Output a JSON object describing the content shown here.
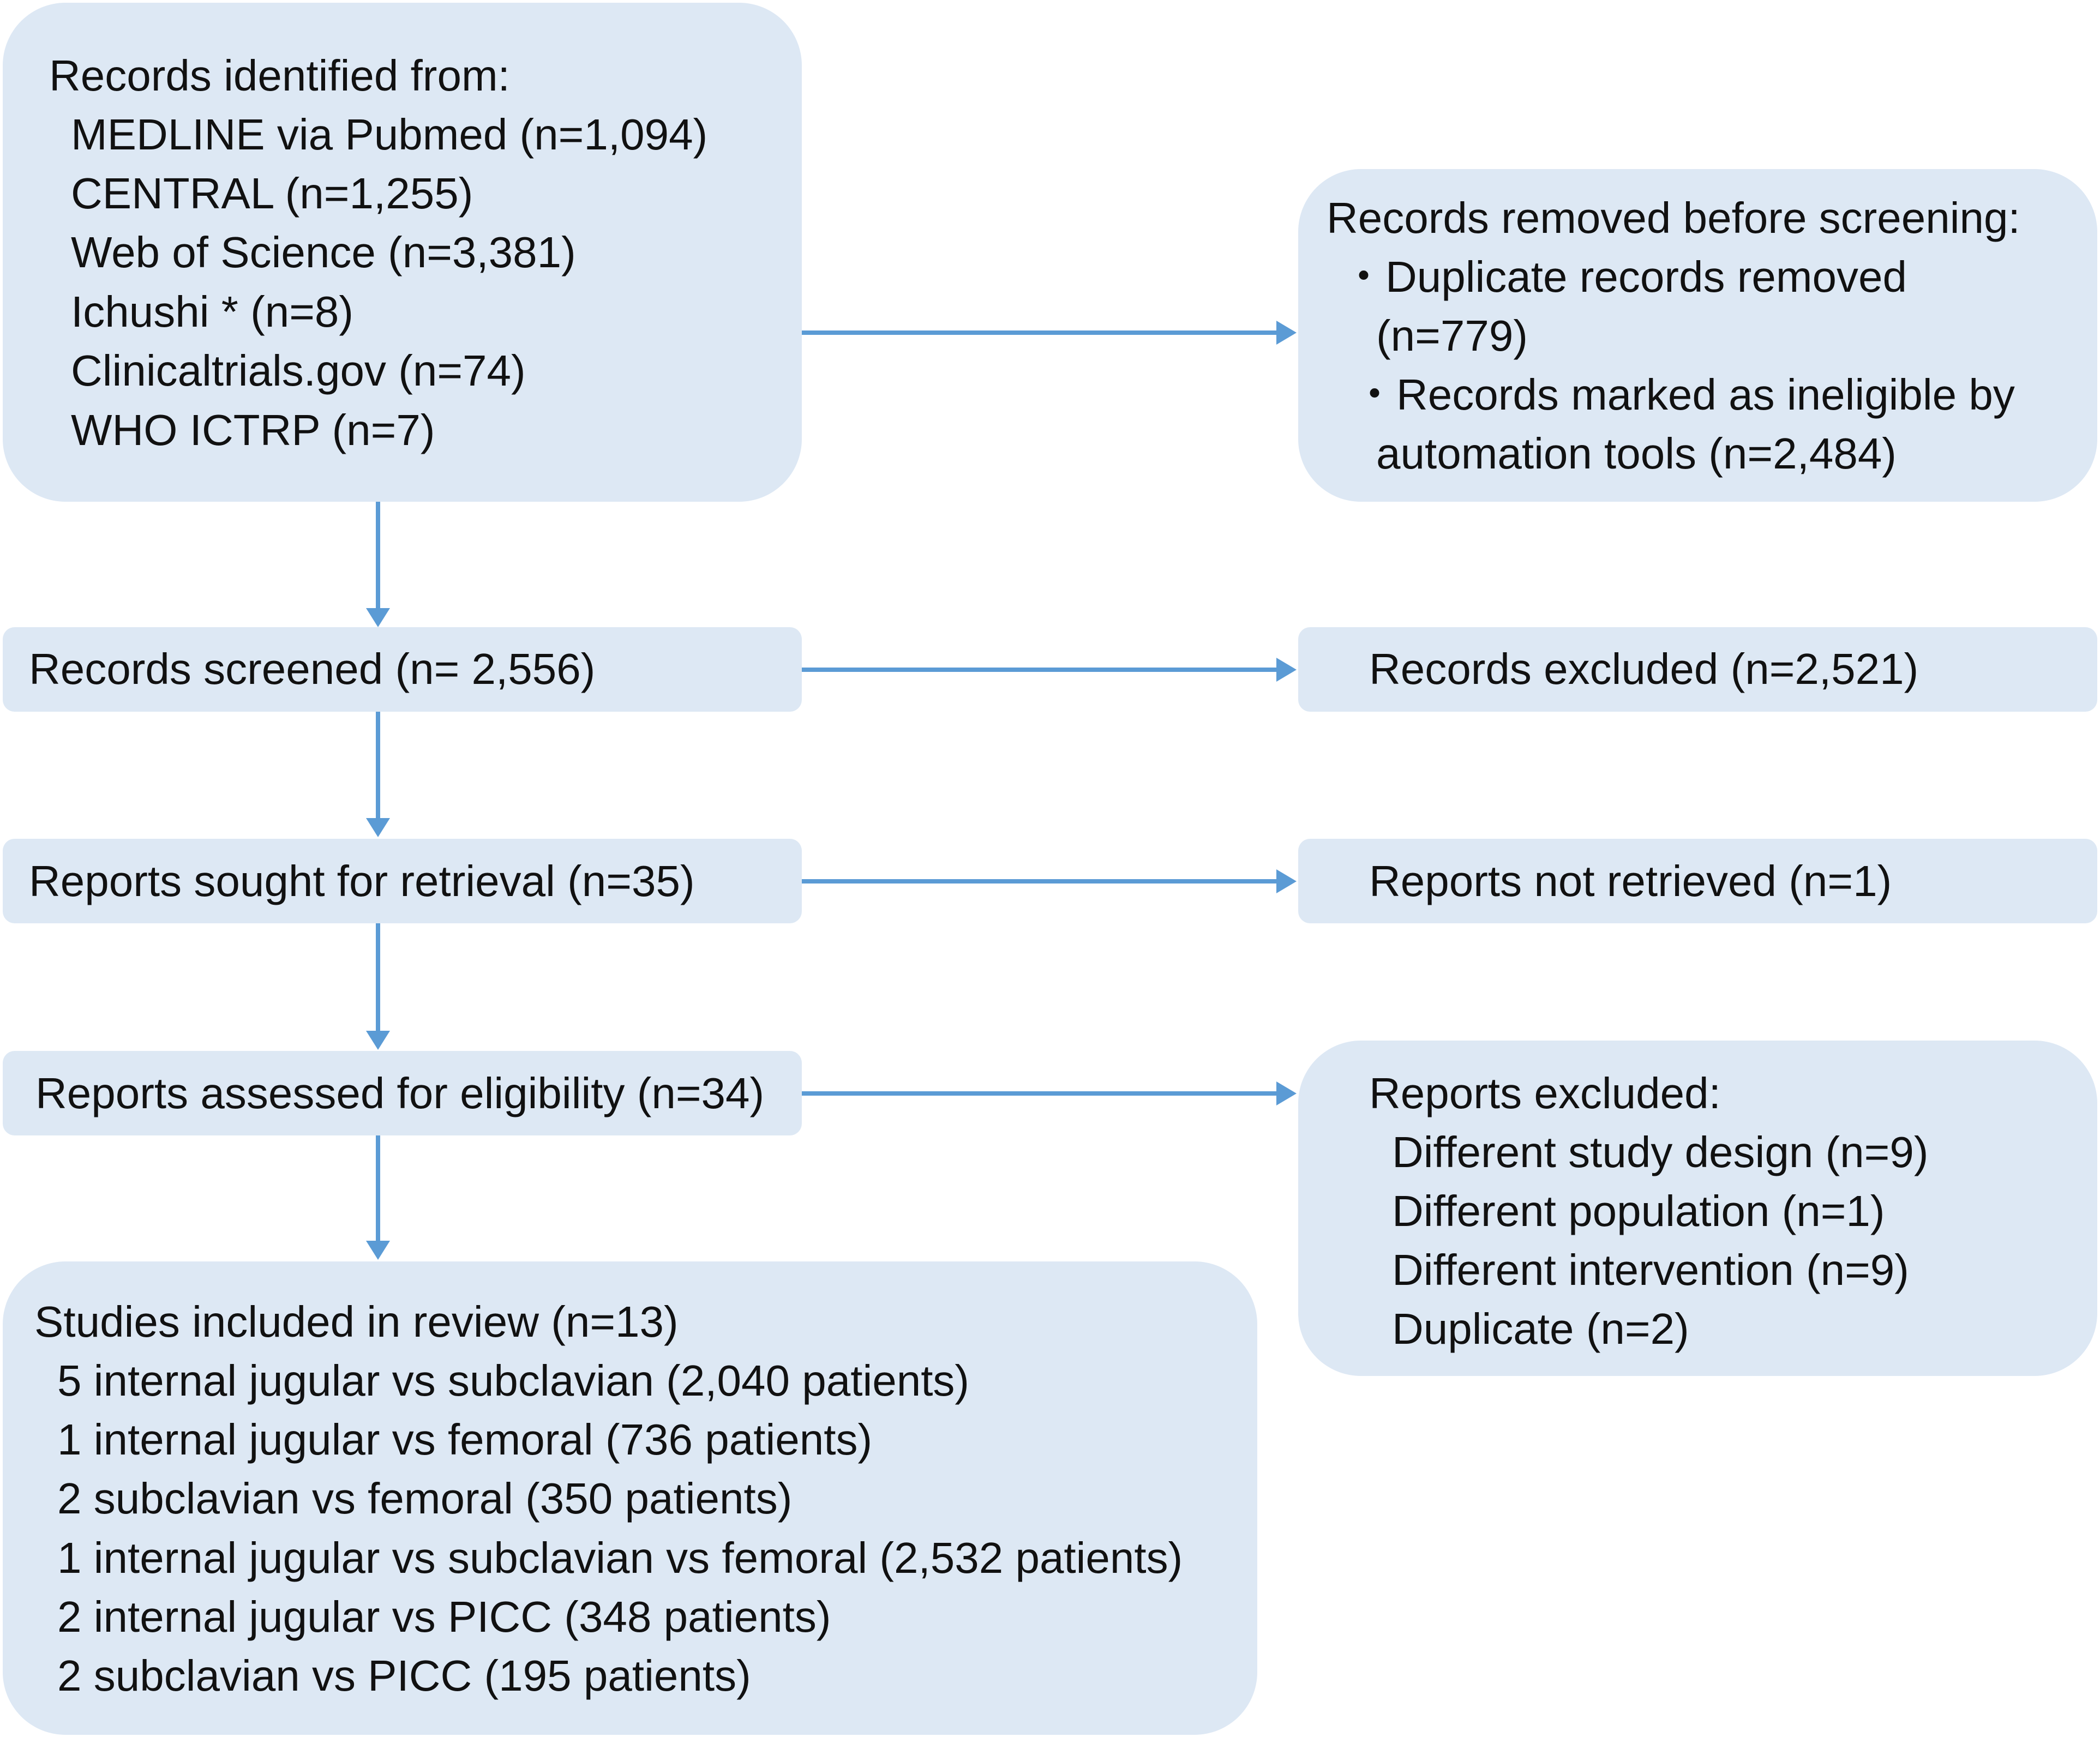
{
  "identification": {
    "heading": "Records identified from:",
    "sources": [
      "MEDLINE via Pubmed (n=1,094)",
      "CENTRAL (n=1,255)",
      "Web of Science (n=3,381)",
      "Ichushi * (n=8)",
      "Clinicaltrials.gov (n=74)",
      "WHO ICTRP (n=7)"
    ]
  },
  "removed_before_screening": {
    "heading": "Records removed before screening:",
    "lines": [
      "・Duplicate records removed",
      "(n=779)",
      "・Records marked as ineligible by",
      "automation tools (n=2,484)"
    ]
  },
  "screened": {
    "label": "Records screened (n= 2,556)"
  },
  "excluded": {
    "label": "Records excluded (n=2,521)"
  },
  "sought": {
    "label": "Reports sought for retrieval (n=35)"
  },
  "not_retrieved": {
    "label": "Reports not retrieved (n=1)"
  },
  "assessed": {
    "label": "Reports assessed for eligibility (n=34)"
  },
  "reports_excluded": {
    "heading": "Reports excluded:",
    "reasons": [
      "Different study design (n=9)",
      "Different population (n=1)",
      "Different intervention (n=9)",
      "Duplicate (n=2)"
    ]
  },
  "included": {
    "heading": "Studies included in review (n=13)",
    "studies": [
      "5 internal jugular vs subclavian (2,040 patients)",
      "1 internal jugular vs femoral (736 patients)",
      "2 subclavian vs femoral (350 patients)",
      "1 internal jugular vs subclavian vs femoral (2,532 patients)",
      "2 internal jugular vs PICC (348 patients)",
      "2 subclavian vs PICC (195 patients)"
    ]
  },
  "colors": {
    "box_fill": "#dde8f4",
    "arrow": "#5b9bd5"
  }
}
